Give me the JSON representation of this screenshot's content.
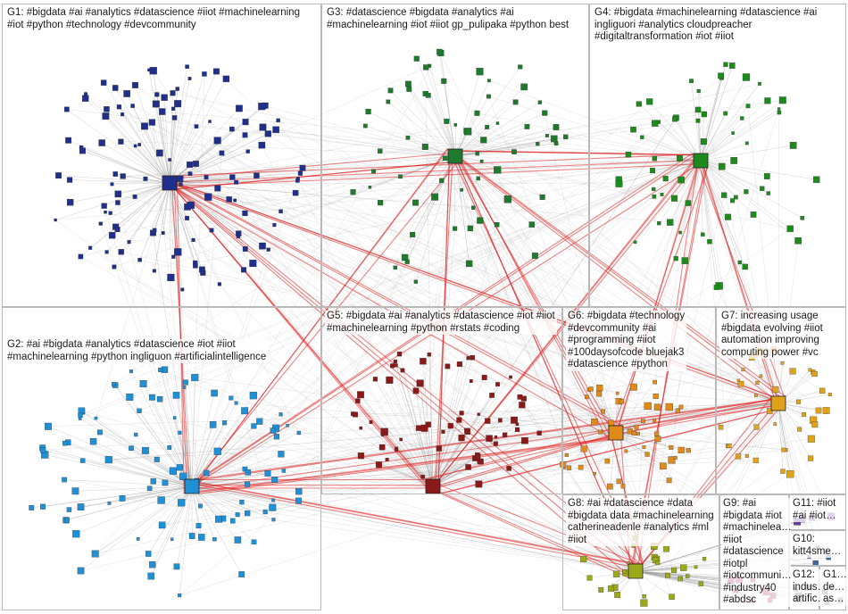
{
  "groups": [
    {
      "id": "G1",
      "label": "G1: #bigdata #ai #analytics #datascience #iiot #machinelearning\n#iot #python #technology #devcommunity",
      "color": "#1f2f8a"
    },
    {
      "id": "G3",
      "label": "G3: #datascience #bigdata #analytics #ai\n#machinelearning #iot #iiot gp_pulipaka #python best",
      "color": "#1f7a2e"
    },
    {
      "id": "G4",
      "label": "G4: #bigdata #machinelearning #datascience #ai\ningliguori #analytics cloudpreacher\n#digitaltransformation #iot #iiot",
      "color": "#1c8a1c"
    },
    {
      "id": "G2",
      "label": "G2: #ai #bigdata #analytics #datascience #iot #iiot\n#machinelearning #python ingliguon #artificialintelligence",
      "color": "#1f8fd6"
    },
    {
      "id": "G5",
      "label": "G5: #bigdata #ai #analytics #datascience #iot #iiot\n#machinelearning #python #rstats #coding",
      "color": "#8a1a1a"
    },
    {
      "id": "G6",
      "label": "G6: #bigdata #technology\n#devcommunity #ai\n#programming #iiot\n#100daysofcode bluejak3\n#datascience #python",
      "color": "#e08a1a"
    },
    {
      "id": "G7",
      "label": "G7: increasing usage\n#bigdata evolving #iiot\nautomation improving\ncomputing power #vc",
      "color": "#e0a21a"
    },
    {
      "id": "G8",
      "label": "G8: #ai #datascience #data\n#bigdata data #machinelearning\ncatherineadenle #analytics #ml\n#iiot",
      "color": "#9aa81a"
    },
    {
      "id": "G9",
      "label": "G9: #ai\n#bigdata #iot\n#machinelea…\n#iiot\n#datascience\n#iotpl\n#iotcommuni…\n#industry40\n#abdsc",
      "color": "#b01a5a"
    },
    {
      "id": "G11",
      "label": "G11: #iiot\n#ai #iot…",
      "color": "#6a3aa0"
    },
    {
      "id": "G10",
      "label": "G10:\nkitt4sme…",
      "color": "#3a6aa0"
    },
    {
      "id": "G12",
      "label": "G12:\nindus…\nartific…",
      "color": "#4a4a4a"
    },
    {
      "id": "G13",
      "label": "G1…\nde…\nas…",
      "color": "#707070"
    }
  ],
  "colors": {
    "edge": "#9a9a9a",
    "edge_strong": "#e02020",
    "box_border": "#b9b9b9"
  }
}
